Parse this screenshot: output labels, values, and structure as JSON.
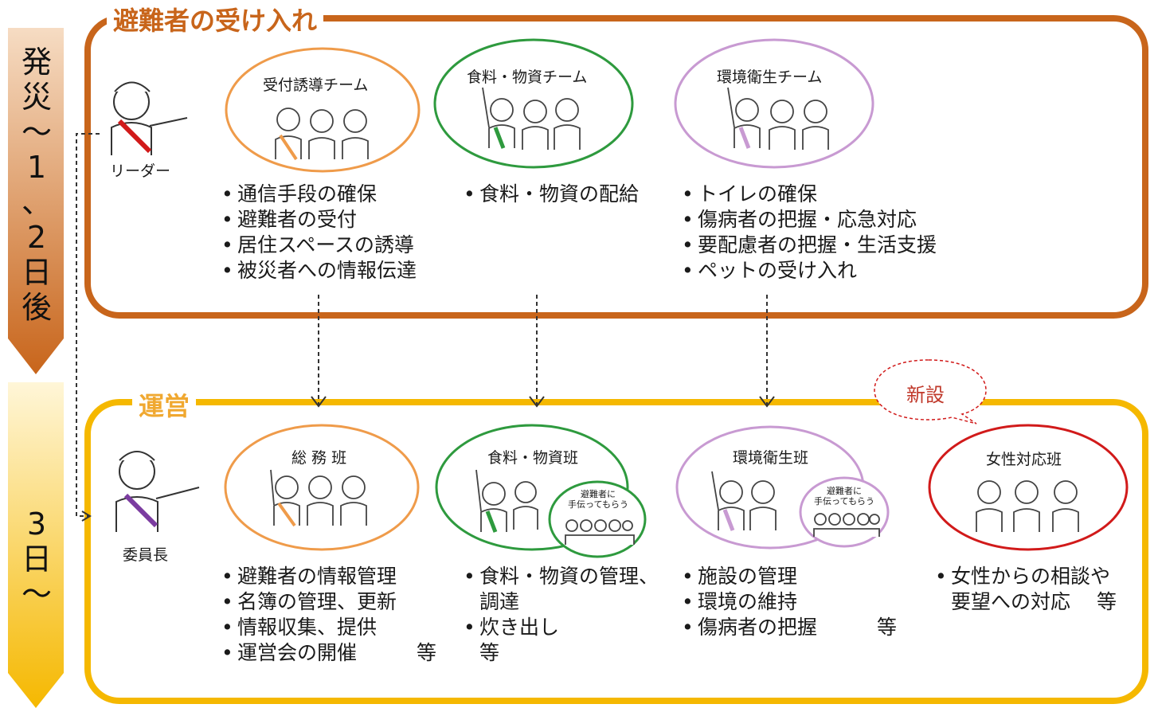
{
  "timeline": {
    "phase1": [
      "発",
      "災",
      "～",
      "1",
      "、",
      "2",
      "日",
      "後"
    ],
    "phase2": [
      "3",
      "日",
      "～"
    ]
  },
  "sections": {
    "reception_title": "避難者の受け入れ",
    "operation_title": "運営"
  },
  "roles": {
    "leader": "リーダー",
    "chair": "委員長"
  },
  "teams_top": [
    {
      "name": "受付誘導チーム",
      "tasks": [
        "通信手段の確保",
        "避難者の受付",
        "居住スペースの誘導",
        "被災者への情報伝達"
      ]
    },
    {
      "name": "食料・物資チーム",
      "tasks": [
        "食料・物資の配給"
      ]
    },
    {
      "name": "環境衛生チーム",
      "tasks": [
        "トイレの確保",
        "傷病者の把握・応急対応",
        "要配慮者の把握・生活支援",
        "ペットの受け入れ"
      ]
    }
  ],
  "teams_bottom": [
    {
      "name": "総 務 班",
      "tasks": [
        "避難者の情報管理",
        "名簿の管理、更新",
        "情報収集、提供",
        "運営会の開催　　　等"
      ]
    },
    {
      "name": "食料・物資班",
      "tasks": [
        "食料・物資の管理、",
        "調達",
        "炊き出し",
        "等"
      ]
    },
    {
      "name": "環境衛生班",
      "tasks": [
        "施設の管理",
        "環境の維持",
        "傷病者の把握　　　等"
      ]
    },
    {
      "name": "女性対応班",
      "tasks": [
        "女性からの相談や",
        "要望への対応　 等"
      ]
    }
  ],
  "helper_label": "避難者に\n手伝ってもらう",
  "new_badge": "新設",
  "colors": {
    "phase1_top": "#f2c7a0",
    "phase1_bottom": "#c8651b",
    "phase2": "#f5b800",
    "reception_border": "#c8651b",
    "operation_border": "#f5b800",
    "orange_team": "#ef9b4a",
    "green_team": "#2e9a3e",
    "purple_team": "#c89ad2",
    "red_team": "#d11a1a"
  }
}
